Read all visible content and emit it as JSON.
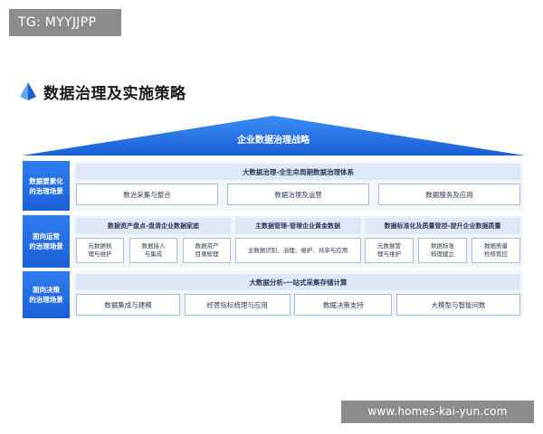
{
  "tag": "TG: MYYJJPP",
  "heading": "数据治理及实施策略",
  "roof": "企业数据治理战略",
  "row1": {
    "label": "数据要素化\n的治理场景",
    "bar": "大数据治理-全生命周期数据治理体系",
    "boxes": [
      "数治采集与整合",
      "数据治理及运营",
      "数据服务及应用"
    ]
  },
  "row2": {
    "label": "面向运营\n的治理场景",
    "groups": [
      {
        "bar": "数据资产盘点-盘清企业数据家底",
        "boxes": [
          "元数据梳\n理与维护",
          "数据接入\n与集成",
          "数据资产\n目录梳理"
        ]
      },
      {
        "bar": "主数据管理-管理企业黄金数据",
        "boxes": [
          "主数据识别、治理、维护、共享与应用"
        ]
      },
      {
        "bar": "数据标准化及质量管控-提升企业数据质量",
        "boxes": [
          "元数据管\n理与维护",
          "数据标准\n梳理建立",
          "数据质量\n检核管控"
        ]
      }
    ]
  },
  "row3": {
    "label": "面向决策\n的治理场景",
    "bar": "大数据分析-一站式采集存储计算",
    "boxes": [
      "数据集成与建模",
      "经营指标梳理与应用",
      "数据决策支持",
      "大模型与智能问数"
    ]
  },
  "watermark": "www.homes-kai-yun.com",
  "colors": {
    "primary": "#1b5fd6",
    "light": "#dfe8f7",
    "panel": "#f1f5fc"
  }
}
